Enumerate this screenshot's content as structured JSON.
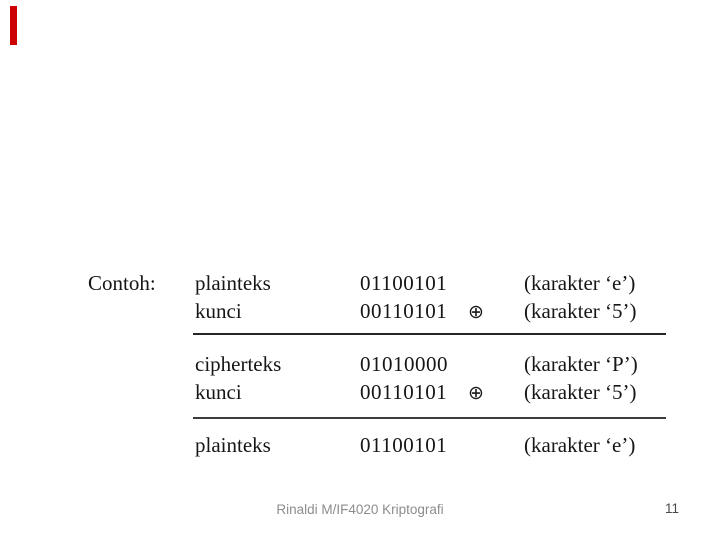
{
  "slide": {
    "accent_bar_color": "#cc0000",
    "example_label": "Contoh:",
    "table": {
      "rows": [
        {
          "label": "plainteks",
          "binary": "01100101",
          "op": "",
          "karakter": "(karakter ‘e’)"
        },
        {
          "label": "kunci",
          "binary": "00110101",
          "op": "⊕",
          "karakter": "(karakter ‘5’)"
        },
        {
          "label": "cipherteks",
          "binary": "01010000",
          "op": "",
          "karakter": "(karakter ‘P’)"
        },
        {
          "label": "kunci",
          "binary": "00110101",
          "op": "⊕",
          "karakter": "(karakter ‘5’)"
        },
        {
          "label": "plainteks",
          "binary": "01100101",
          "op": "",
          "karakter": "(karakter ‘e’)"
        }
      ]
    },
    "footer": {
      "credit": "Rinaldi M/IF4020 Kriptografi",
      "page": "11"
    }
  }
}
